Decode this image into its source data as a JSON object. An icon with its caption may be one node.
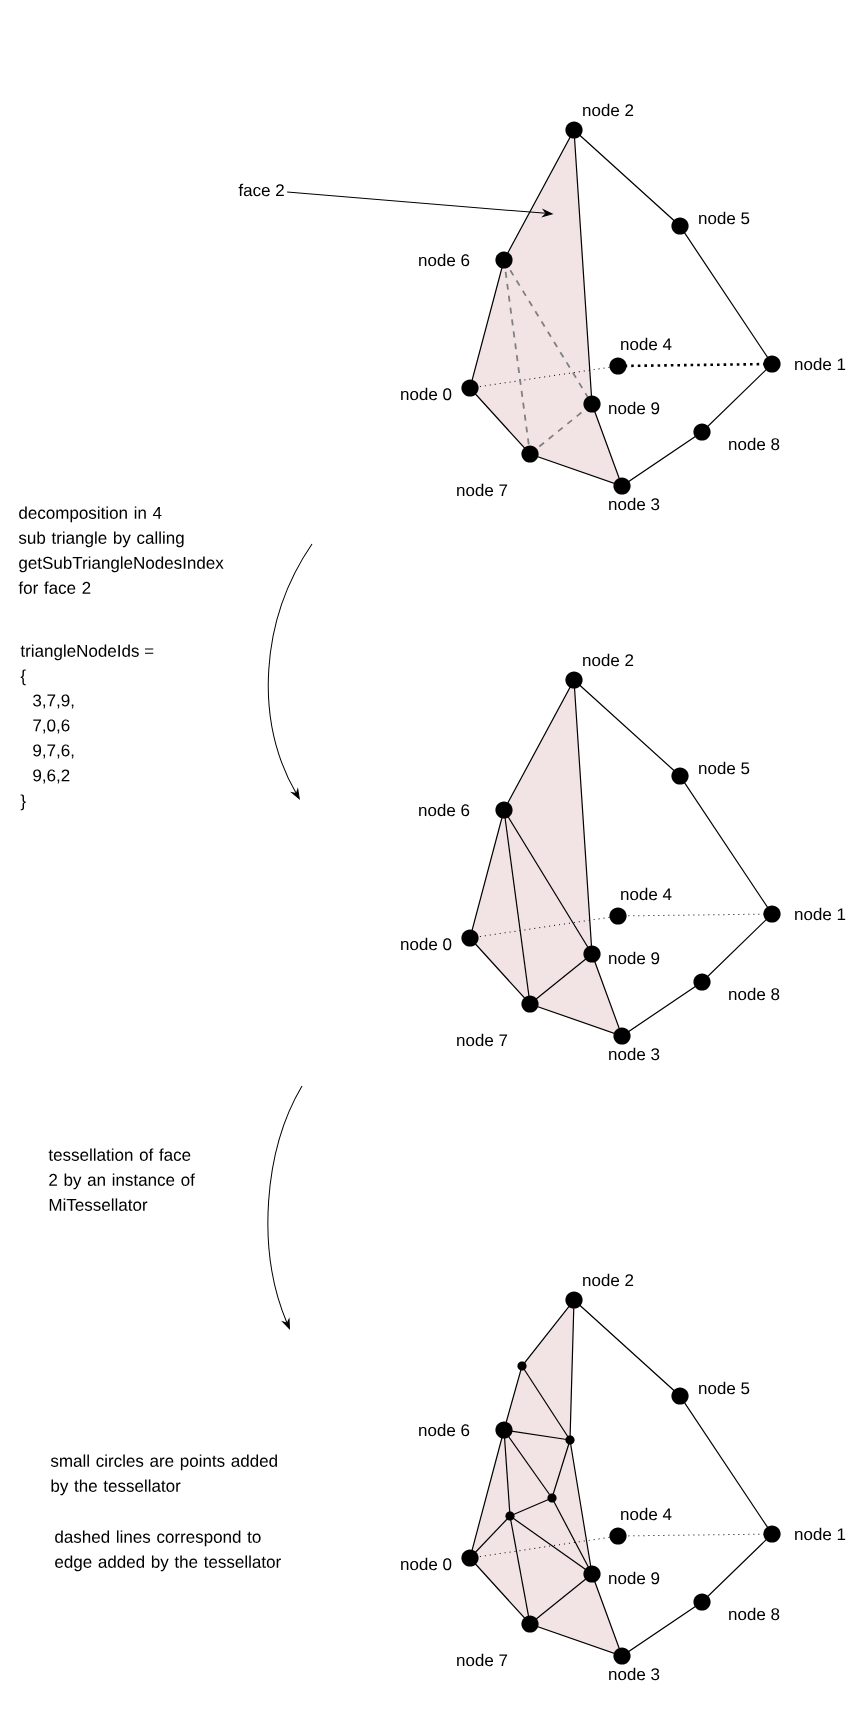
{
  "diagram": {
    "nodes": [
      {
        "text": [
          "face 2"
        ]
      },
      {
        "text": [],
        "shape": "polygon"
      }
    ],
    "edges": [
      {
        "from": 0,
        "to": 1,
        "arrow": "to"
      }
    ],
    "labels": [
      "node 2",
      "node 5",
      "node 6",
      "node 4",
      "node 0",
      "node 1",
      "node 9",
      "node 8",
      "node 7",
      "node 3",
      "decomposition in 4 sub triangle by calling getSubTriangleNodesIndex for face 2",
      "triangleNodeIds =",
      "{",
      "3,7,9,",
      "7,0,6",
      "9,7,6,",
      "9,6,2",
      "}",
      "node 2",
      "node 5",
      "node 6",
      "node 4",
      "node 0",
      "node 1",
      "node 9",
      "node 8",
      "node 7",
      "node 3",
      "tessellation of face 2 by an instance of MiTessellator",
      "node 2",
      "node 5",
      "node 6",
      "node 4",
      "node 0",
      "node 1",
      "node 9",
      "node 8",
      "node 7",
      "node 3",
      "small circles are points added by the tessellator",
      "dashed lines correspond to edge added by the tessellator"
    ]
  }
}
